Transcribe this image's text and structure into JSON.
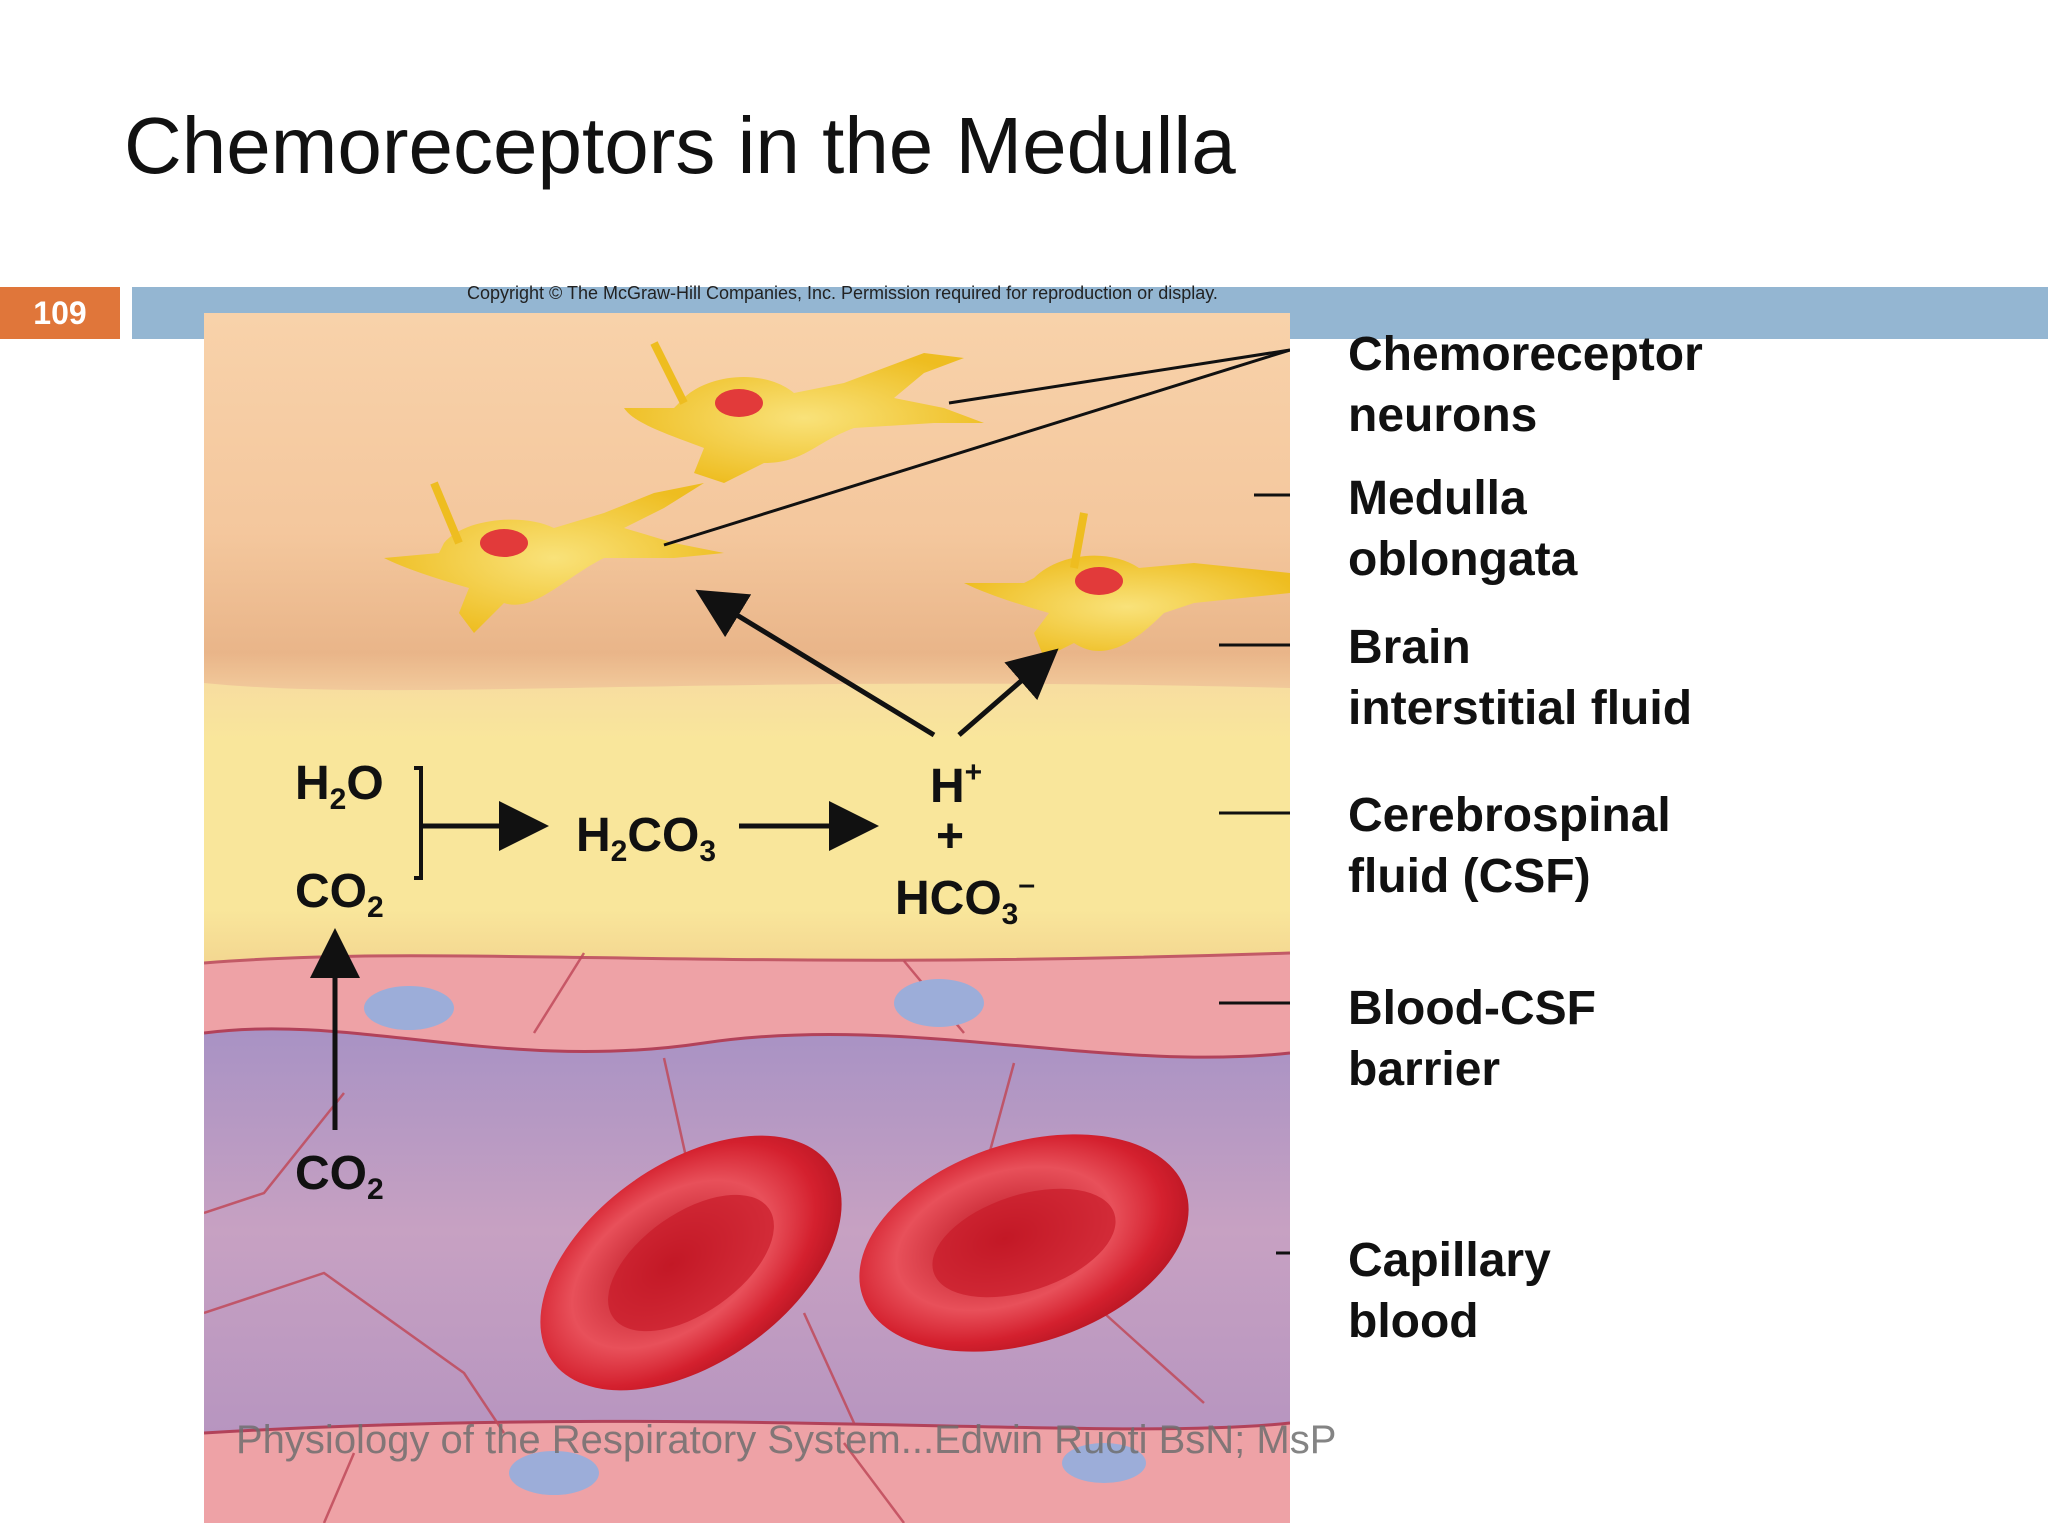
{
  "slide": {
    "title": "Chemoreceptors in the Medulla",
    "number": "109",
    "copyright": "Copyright © The McGraw-Hill Companies, Inc. Permission required for reproduction or display.",
    "footer": "Physiology of the Respiratory System...Edwin Ruoti BsN; MsP"
  },
  "labels": {
    "chemoreceptor_neurons": [
      "Chemoreceptor",
      "neurons"
    ],
    "medulla_oblongata": [
      "Medulla",
      "oblongata"
    ],
    "brain_interstitial_fluid": [
      "Brain",
      "interstitial fluid"
    ],
    "csf": [
      "Cerebrospinal",
      "fluid (CSF)"
    ],
    "blood_csf_barrier": [
      "Blood-CSF",
      "barrier"
    ],
    "capillary_blood": [
      "Capillary",
      "blood"
    ]
  },
  "chemistry": {
    "h2o": {
      "base": "H",
      "sub": "2",
      "tail": "O"
    },
    "co2_csf": {
      "base": "CO",
      "sub": "2"
    },
    "h2co3": {
      "base1": "H",
      "sub1": "2",
      "base2": "CO",
      "sub2": "3"
    },
    "h_ion": {
      "base": "H",
      "sup": "+"
    },
    "plus": "+",
    "hco3": {
      "base": "HCO",
      "sub": "3",
      "sup": "–"
    },
    "co2_blood": {
      "base": "CO",
      "sub": "2"
    }
  },
  "colors": {
    "brain_tissue": "#f7cfa4",
    "csf": "#f8e49a",
    "endothelium": "#eea2a6",
    "capillary": "#b697c2",
    "rbc": "#cc1f2c",
    "neuron": "#f2c829",
    "accent_orange": "#e0763a",
    "header_bar": "#94b6d2"
  }
}
